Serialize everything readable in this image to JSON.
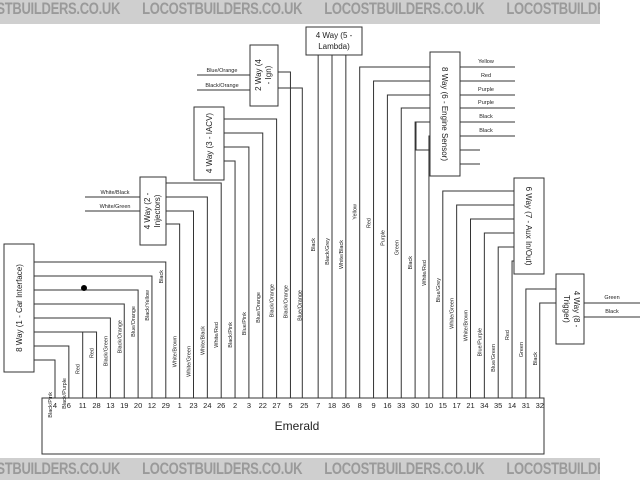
{
  "watermark": {
    "text": "LOCOSTBUILDERS.CO.UK",
    "repeat": 6
  },
  "ecu": {
    "label": "Emerald",
    "pins": [
      "4",
      "6",
      "11",
      "28",
      "13",
      "19",
      "20",
      "12",
      "29",
      "1",
      "23",
      "24",
      "26",
      "2",
      "3",
      "22",
      "27",
      "5",
      "25",
      "7",
      "18",
      "36",
      "8",
      "9",
      "16",
      "33",
      "30",
      "10",
      "15",
      "17",
      "21",
      "34",
      "35",
      "14",
      "31",
      "32"
    ]
  },
  "connectors": [
    {
      "id": "c1",
      "title": "8 Way (1 - Car Interface)"
    },
    {
      "id": "c2",
      "title": "4 Way (2 - Injectors)",
      "side_wires": [
        "White/Black",
        "White/Green"
      ]
    },
    {
      "id": "c3",
      "title": "4 Way (3 - IACV)"
    },
    {
      "id": "c4",
      "title": "2 Way (4 - Ign)",
      "side_wires": [
        "Blue/Orange",
        "Black/Orange"
      ]
    },
    {
      "id": "c5",
      "title": "4 Way (5 - Lambda)"
    },
    {
      "id": "c6",
      "title": "8 Way (6 - Engine Sensor)",
      "side_wires": [
        "Yellow",
        "Red",
        "Purple",
        "Purple",
        "Black",
        "Black"
      ]
    },
    {
      "id": "c7",
      "title": "6 Way (7 - Aux In/Out)"
    },
    {
      "id": "c8",
      "title": "4 Way (8 - Trigger)",
      "side_wires": [
        "Green",
        "Black"
      ]
    }
  ],
  "wire_labels": [
    "Black/Pink",
    "Black/Purple",
    "Red",
    "Red",
    "Black/Green",
    "Black/Orange",
    "Blue/Orange",
    "Black/Yellow",
    "Black",
    "White/Brown",
    "White/Green",
    "White/Black",
    "White/Red",
    "Black/Pink",
    "Blue/Pink",
    "Blue/Orange",
    "Black/Orange",
    "Black/Orange",
    "Blue/Orange",
    "Black",
    "Black/Grey",
    "White/Black",
    "Yellow",
    "Red",
    "Purple",
    "Green",
    "Black",
    "White/Red",
    "Blue/Grey",
    "White/Green",
    "White/Brown",
    "Blue/Purple",
    "Blue/Green",
    "Red",
    "Green",
    "Black"
  ],
  "colors": {
    "line": "#333333",
    "banner": "#cfcfcf",
    "watermark": "#9a9a9a"
  }
}
